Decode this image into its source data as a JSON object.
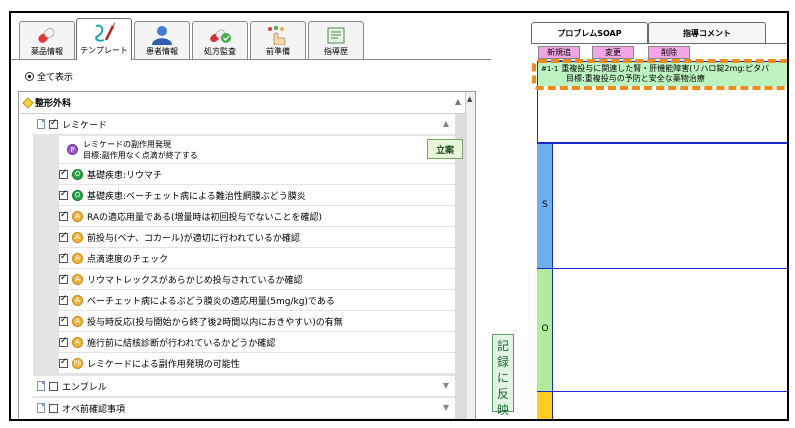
{
  "tabs": [
    {
      "label": "薬品情報",
      "icon": "capsule-icon"
    },
    {
      "label": "テンプレート",
      "icon": "syringe-icon"
    },
    {
      "label": "患者情報",
      "icon": "patient-icon"
    },
    {
      "label": "処方監査",
      "icon": "pill-audit-icon"
    },
    {
      "label": "前準備",
      "icon": "hand-pointer-icon"
    },
    {
      "label": "指導歴",
      "icon": "history-icon"
    }
  ],
  "filter": {
    "show_all": "全て表示"
  },
  "tree": {
    "category": "整形外科",
    "group": "レミケード",
    "plan": {
      "badge": "P",
      "line1": "レミケードの副作用発現",
      "line2": "目標:副作用なく点滴が終了する",
      "button": "立案"
    },
    "items": [
      {
        "badge": "O",
        "text": "基礎疾患:リウマチ"
      },
      {
        "badge": "O",
        "text": "基礎疾患:ベーチェット病による難治性網膜ぶどう膜炎"
      },
      {
        "badge": "A",
        "text": "RAの適応用量である(増量時は初回投与でないことを確認)"
      },
      {
        "badge": "A",
        "text": "前投与(ベナ、コカール)が適切に行われているか確認"
      },
      {
        "badge": "A",
        "text": "点滴速度のチェック"
      },
      {
        "badge": "A",
        "text": "リウマトレックスがあらかじめ投与されているか確認"
      },
      {
        "badge": "A",
        "text": "ベーチェット病によるぶどう膜炎の適応用量(5mg/kg)である"
      },
      {
        "badge": "A",
        "text": "投与時反応(投与開始から終了後2時間以内におきやすい)の有無"
      },
      {
        "badge": "A",
        "text": "施行前に結核診断が行われているかどうか確認"
      },
      {
        "badge": "Pb",
        "badge_text": "Pb",
        "text": "レミケードによる副作用発現の可能性"
      }
    ],
    "collapsed_groups": [
      "エンブレル",
      "オペ前確認事項"
    ]
  },
  "record_button": "記録に反映",
  "right": {
    "tab_soap": "プロブレムSOAP",
    "tab_comment": "指導コメント",
    "btn_new": "新規追加",
    "btn_change": "変更",
    "btn_delete": "削除",
    "problem_num": "#1-1",
    "problem_line1": "重複投与に関連した腎・肝機能障害(リハロ錠2mg:ピタバ",
    "problem_line2": "目標:重複投与の予防と安全な薬物治療",
    "soap_s": "S",
    "soap_o": "O"
  }
}
